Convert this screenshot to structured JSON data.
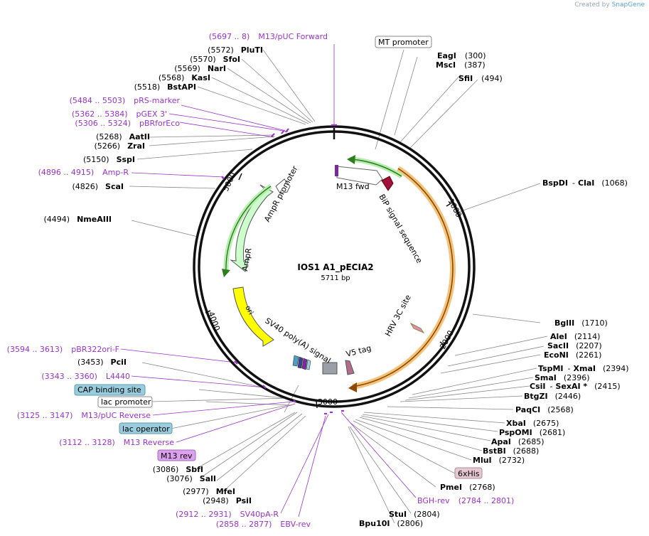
{
  "credit": {
    "prefix": "Created by",
    "brand": "SnapGene"
  },
  "plasmid": {
    "name": "IOS1 A1_pECIA2",
    "size": "5711 bp"
  },
  "ticks": [
    "1000",
    "2000",
    "3000",
    "4000",
    "5000"
  ],
  "features": [
    {
      "name": "M13 fwd"
    },
    {
      "name": "BiP signal sequence"
    },
    {
      "name": "HRV 3C site"
    },
    {
      "name": "V5 tag"
    },
    {
      "name": "SV40 poly(A) signal"
    },
    {
      "name": "ori"
    },
    {
      "name": "AmpR"
    },
    {
      "name": "AmpR promoter"
    }
  ],
  "labels": {
    "mt_promoter": "MT promoter",
    "eagi": {
      "name": "EagI",
      "pos": "(300)"
    },
    "msci": {
      "name": "MscI",
      "pos": "(387)"
    },
    "sfii": {
      "name": "SfiI",
      "pos": "(494)"
    },
    "bspdi": {
      "name": "BspDI",
      "sep": "-",
      "name2": "ClaI",
      "pos": "(1068)"
    },
    "bglii": {
      "name": "BglII",
      "pos": "(1710)"
    },
    "alei": {
      "name": "AleI",
      "pos": "(2114)"
    },
    "sacii": {
      "name": "SacII",
      "pos": "(2207)"
    },
    "econi": {
      "name": "EcoNI",
      "pos": "(2261)"
    },
    "tspmi": {
      "name": "TspMI",
      "sep": "-",
      "name2": "XmaI",
      "pos": "(2394)"
    },
    "smai": {
      "name": "SmaI",
      "pos": "(2396)"
    },
    "csii": {
      "name": "CsiI",
      "sep": "-",
      "name2": "SexAI *",
      "pos": "(2415)"
    },
    "btgzi": {
      "name": "BtgZI",
      "pos": "(2446)"
    },
    "paqci": {
      "name": "PaqCI",
      "pos": "(2568)"
    },
    "xbai": {
      "name": "XbaI",
      "pos": "(2675)"
    },
    "pspomi": {
      "name": "PspOMI",
      "pos": "(2681)"
    },
    "apai": {
      "name": "ApaI",
      "pos": "(2685)"
    },
    "bstbi": {
      "name": "BstBI",
      "pos": "(2688)"
    },
    "mlui": {
      "name": "MluI",
      "pos": "(2732)"
    },
    "sixhis": "6xHis",
    "pmei": {
      "name": "PmeI",
      "pos": "(2768)"
    },
    "bgh_rev": {
      "name": "BGH-rev",
      "pos": "(2784 .. 2801)"
    },
    "stui": {
      "name": "StuI",
      "pos": "(2804)"
    },
    "bpu10i": {
      "name": "Bpu10I",
      "pos": "(2806)"
    },
    "ebv_rev": {
      "pos": "(2858 .. 2877)",
      "name": "EBV-rev"
    },
    "sv40pa_r": {
      "pos": "(2912 .. 2931)",
      "name": "SV40pA-R"
    },
    "psii": {
      "pos": "(2948)",
      "name": "PsiI"
    },
    "mfei": {
      "pos": "(2977)",
      "name": "MfeI"
    },
    "sali": {
      "pos": "(3076)",
      "name": "SalI"
    },
    "sbfi": {
      "pos": "(3086)",
      "name": "SbfI"
    },
    "m13rev_box": "M13 rev",
    "m13_reverse": {
      "pos": "(3112 .. 3128)",
      "name": "M13 Reverse"
    },
    "lac_operator": "lac operator",
    "m13puc_reverse": {
      "pos": "(3125 .. 3147)",
      "name": "M13/pUC Reverse"
    },
    "lac_promoter": "lac promoter",
    "cap_site": "CAP binding site",
    "l4440": {
      "pos": "(3343 .. 3360)",
      "name": "L4440"
    },
    "pcii": {
      "pos": "(3453)",
      "name": "PciI"
    },
    "pbr322ori": {
      "pos": "(3594 .. 3613)",
      "name": "pBR322ori-F"
    },
    "nmeaiii": {
      "pos": "(4494)",
      "name": "NmeAIII"
    },
    "scai": {
      "pos": "(4826)",
      "name": "ScaI"
    },
    "amp_r": {
      "pos": "(4896 .. 4915)",
      "name": "Amp-R"
    },
    "sspi": {
      "pos": "(5150)",
      "name": "SspI"
    },
    "zrai": {
      "pos": "(5266)",
      "name": "ZraI"
    },
    "aatii": {
      "pos": "(5268)",
      "name": "AatII"
    },
    "pbrforeco": {
      "pos": "(5306 .. 5324)",
      "name": "pBRforEco"
    },
    "pgex3": {
      "pos": "(5362 .. 5384)",
      "name": "pGEX 3'"
    },
    "prs_marker": {
      "pos": "(5484 .. 5503)",
      "name": "pRS-marker"
    },
    "bstapi": {
      "pos": "(5518)",
      "name": "BstAPI"
    },
    "kasi": {
      "pos": "(5568)",
      "name": "KasI"
    },
    "nari": {
      "pos": "(5569)",
      "name": "NarI"
    },
    "sfoi": {
      "pos": "(5570)",
      "name": "SfoI"
    },
    "pluti": {
      "pos": "(5572)",
      "name": "PluTI"
    },
    "m13puc_forward": {
      "pos": "(5697 .. 8)",
      "name": "M13/pUC Forward"
    }
  },
  "colors": {
    "primer": "#9933cc",
    "ampr": "#ccffcc",
    "ori": "#ffff00",
    "cds_orange": "#f5a623",
    "cds_green": "#66cc66",
    "lac_box": "#99ccdd",
    "m13rev_box": "#dda0ee",
    "sixhis_box": "#e6c8d2"
  }
}
